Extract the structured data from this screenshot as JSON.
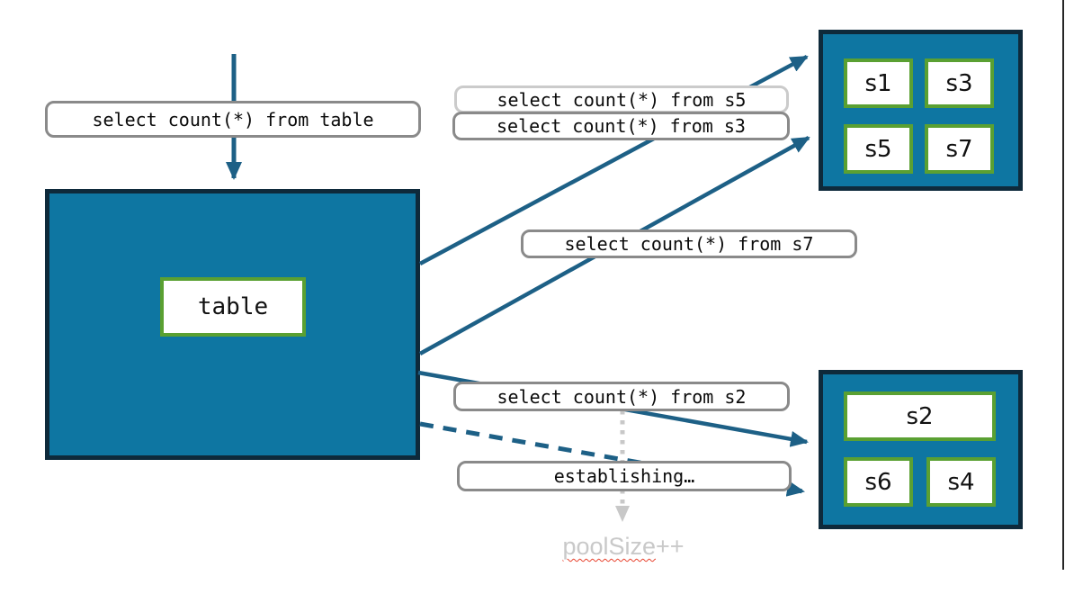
{
  "colors": {
    "teal": "#0E76A2",
    "navy": "#0E2A3B",
    "green": "#5AA032",
    "arrow": "#1D6086",
    "labelborder": "#8A8A8A",
    "labelborderlight": "#CBCBCB",
    "muted": "#C9C9C9",
    "squiggle": "#E8422E"
  },
  "labels": {
    "query_table": "select count(*) from table",
    "query_s5": "select count(*) from s5",
    "query_s3": "select count(*) from s3",
    "query_s7": "select count(*) from s7",
    "query_s2": "select count(*) from s2",
    "establishing": "establishing…",
    "table": "table",
    "poolsize_word": "poolSize",
    "poolsize_suffix": "++"
  },
  "shards_top": [
    "s1",
    "s3",
    "s5",
    "s7"
  ],
  "shards_bottom": [
    "s2",
    "s6",
    "s4"
  ]
}
